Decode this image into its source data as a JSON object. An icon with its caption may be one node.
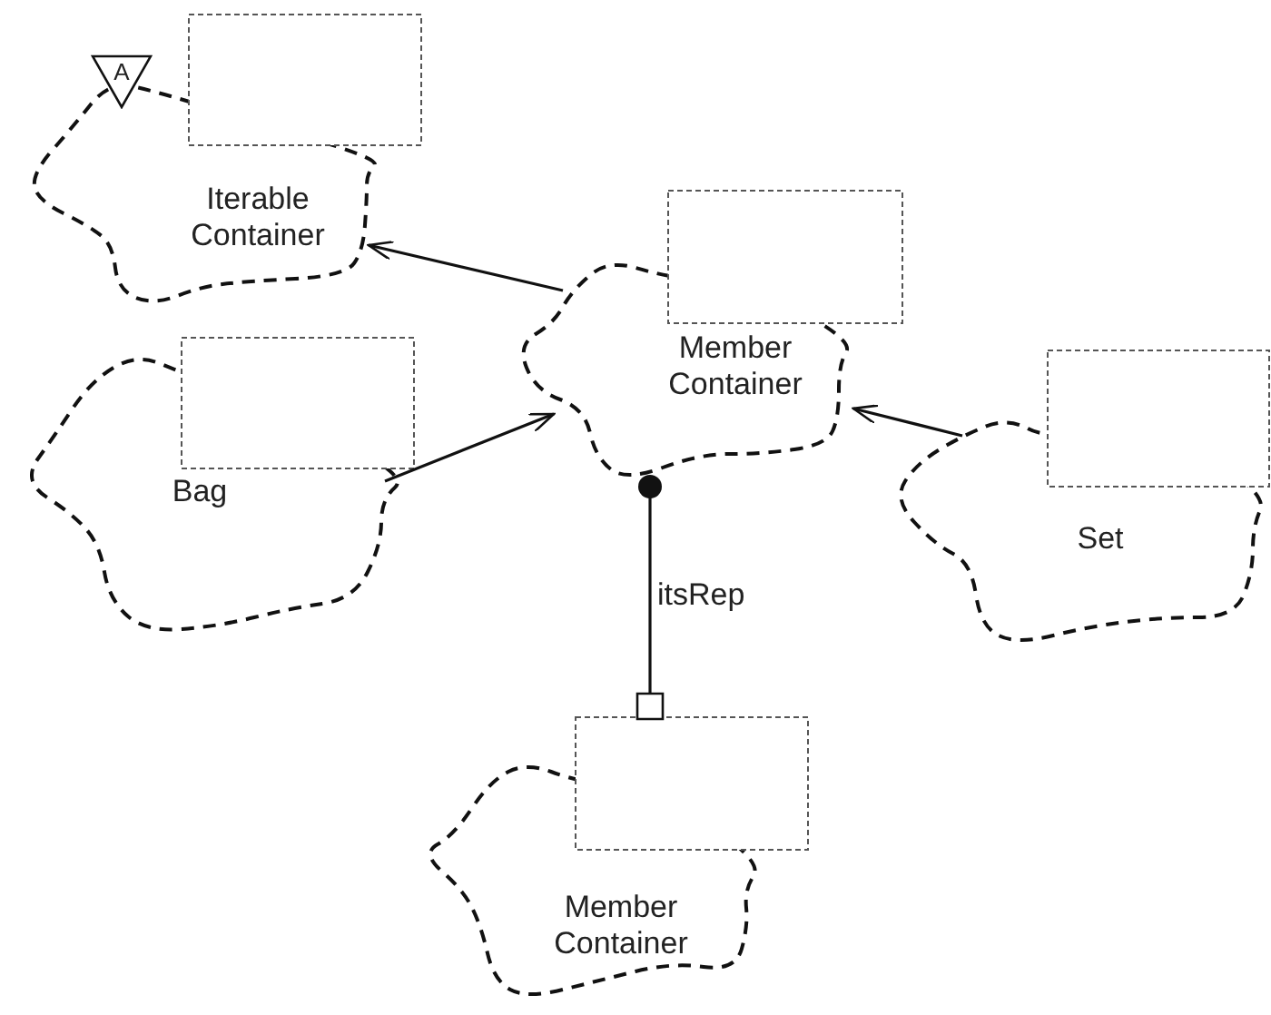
{
  "diagram": {
    "nodes": [
      {
        "text": [
          "Iterable Container"
        ],
        "beside": [
          "A"
        ]
      },
      {
        "text": [
          "Member Container"
        ]
      },
      {
        "text": [
          "Bag"
        ]
      },
      {
        "text": [
          "Set"
        ]
      },
      {
        "text": [
          "Member Container"
        ]
      }
    ],
    "edges": [
      {
        "from": 1,
        "to": 0,
        "arrow": "to"
      },
      {
        "from": 2,
        "to": 1,
        "arrow": "to"
      },
      {
        "from": 3,
        "to": 1,
        "arrow": "to"
      },
      {
        "from": 1,
        "to": 4,
        "arrow": "other",
        "label": "itsRep"
      }
    ]
  }
}
